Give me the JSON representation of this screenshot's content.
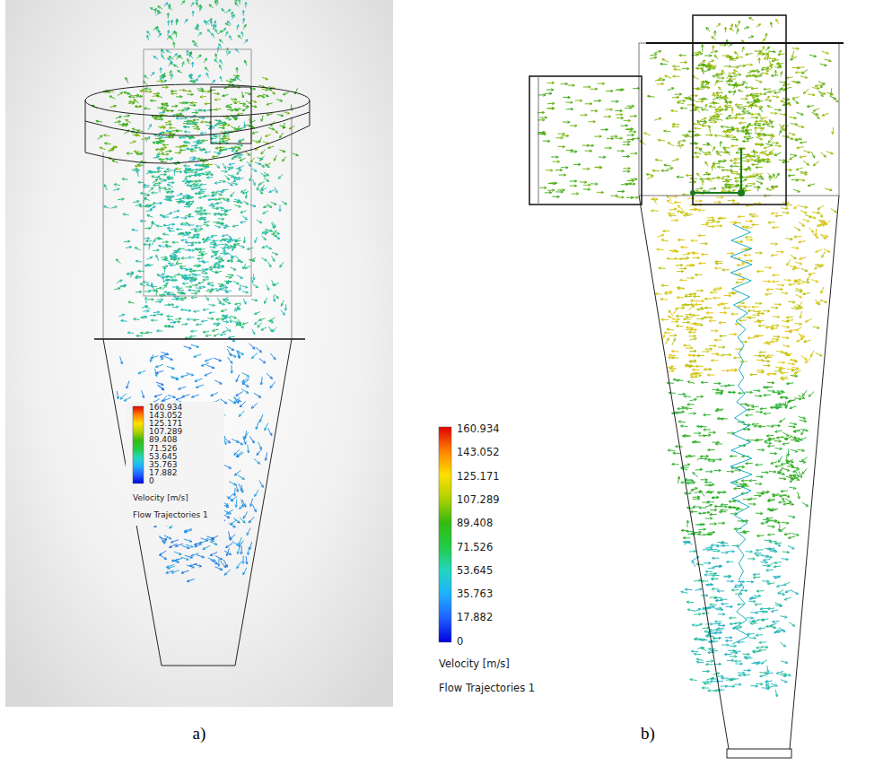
{
  "diagram": {
    "labels": [
      "160.934",
      "143.052",
      "125.171",
      "107.289",
      "89.408",
      "71.526",
      "53.645",
      "35.763",
      "17.882",
      "0",
      "Velocity [m/s]",
      "Flow Trajectories 1",
      "160.934",
      "143.052",
      "125.171",
      "107.289",
      "89.408",
      "71.526",
      "53.645",
      "35.763",
      "17.882",
      "0",
      "Velocity [m/s]",
      "Flow Trajectories 1",
      "a)",
      "b)"
    ]
  }
}
